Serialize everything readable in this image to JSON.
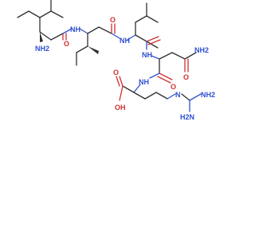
{
  "colors": {
    "bond": "#303030",
    "nitrogen": "#3050d0",
    "oxygen": "#d03030",
    "background": "#ffffff"
  },
  "labels": {
    "amine_leu": "NH2",
    "nh_ile": "NH",
    "o_ile": "O",
    "nh_leu2": "NH",
    "o_leu2": "O",
    "nh_asn": "NH",
    "o_amide_asn": "O",
    "nh2_amide": "NH2",
    "nh_arg": "NH",
    "o_asn": "O",
    "o_acid_top": "O",
    "oh_acid": "OH",
    "n_guan": "N",
    "h2n_guan": "H2N",
    "nh2_guan": "NH2"
  }
}
